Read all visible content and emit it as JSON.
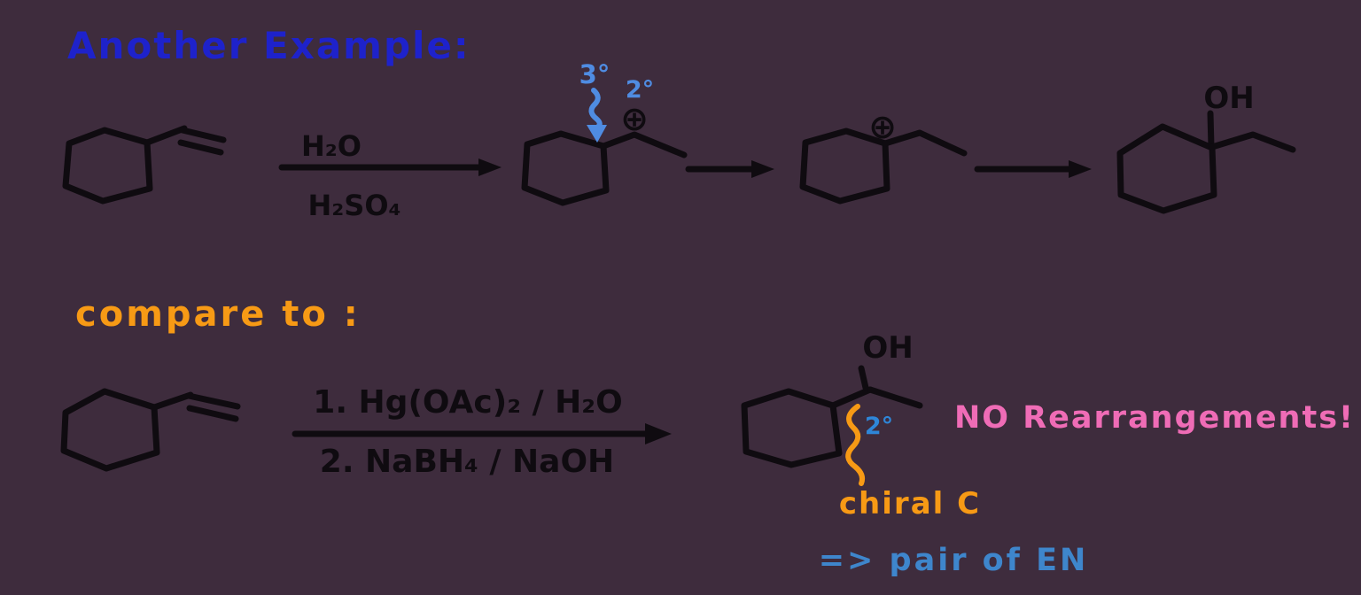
{
  "colors": {
    "background": "#3e2c3d",
    "ink": "#0f0b10",
    "title_blue": "#1e22cb",
    "annotation_blue": "#4f8ce2",
    "note_blue": "#3e86cc",
    "bright_blue": "#2e86d8",
    "orange": "#f79a15",
    "pink": "#ef6cb6"
  },
  "top": {
    "title": "Another Example:",
    "reagent_above": "H₂O",
    "reagent_below": "H₂SO₄",
    "label_tertiary": "3°",
    "label_secondary": "2°",
    "plus_charge": "⊕",
    "product_hydroxyl": "OH"
  },
  "bottom": {
    "title": "compare to :",
    "step_1": "1. Hg(OAc)₂ / H₂O",
    "step_2": "2. NaBH₄ / NaOH",
    "product_hydroxyl": "OH",
    "label_secondary": "2°",
    "chiral_label": "chiral C",
    "pair_label": "=> pair of EN",
    "note": "NO Rearrangements!"
  }
}
